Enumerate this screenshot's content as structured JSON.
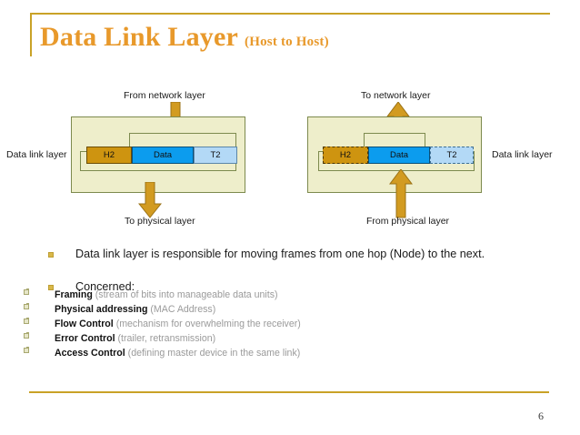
{
  "slide": {
    "title": "Data Link Layer",
    "title_suffix": "(Host to Host)",
    "page_number": "6",
    "accent_color": "#C9A227",
    "title_color": "#E8992B"
  },
  "diagram": {
    "left": {
      "side_label": "Data link layer",
      "top_label": "From network layer",
      "bottom_label": "To physical layer",
      "top_arrow_direction": "down",
      "bottom_arrow_direction": "down",
      "frame": {
        "header": "H2",
        "payload": "Data",
        "trailer": "T2",
        "header_style": "solid",
        "trailer_style": "solid"
      }
    },
    "right": {
      "side_label": "Data link layer",
      "top_label": "To network layer",
      "bottom_label": "From physical layer",
      "top_arrow_direction": "up",
      "bottom_arrow_direction": "up",
      "frame": {
        "header": "H2",
        "payload": "Data",
        "trailer": "T2",
        "header_style": "dashed",
        "trailer_style": "dashed"
      }
    },
    "colors": {
      "layer_box": "#EEEECB",
      "layer_border": "#7D8A4E",
      "header_block": "#CE9410",
      "payload_block": "#0C9CEE",
      "trailer_block": "#B3D9F6",
      "arrow": "#D29B21"
    }
  },
  "content": {
    "bullet_1": "Data link layer is responsible for moving frames from one hop (Node) to the next.",
    "bullet_2": "Concerned:",
    "sub_bullets": [
      {
        "term": "Framing",
        "paren": "(stream of bits into manageable data units)"
      },
      {
        "term": "Physical addressing",
        "paren": "(MAC Address)"
      },
      {
        "term": "Flow Control",
        "paren": "(mechanism for overwhelming the receiver)"
      },
      {
        "term": "Error Control",
        "paren": "(trailer, retransmission)"
      },
      {
        "term": "Access Control",
        "paren": "(defining master device in the same link)"
      }
    ]
  }
}
